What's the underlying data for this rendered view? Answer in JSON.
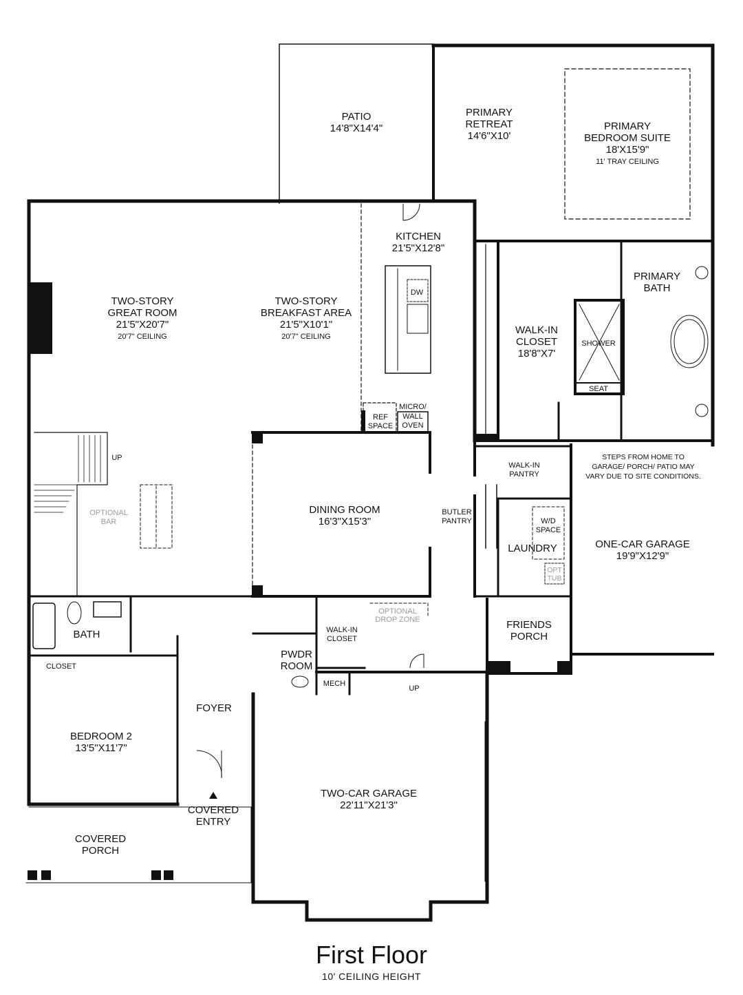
{
  "rooms": {
    "patio": {
      "name": "PATIO",
      "dims": "14'8\"X14'4\""
    },
    "retreat": {
      "line1": "PRIMARY",
      "line2": "RETREAT",
      "dims": "14'6\"X10'"
    },
    "suite": {
      "line1": "PRIMARY",
      "line2": "BEDROOM SUITE",
      "dims": "18'X15'9\"",
      "note": "11' TRAY CEILING"
    },
    "kitchen": {
      "name": "KITCHEN",
      "dims": "21'5\"X12'8\""
    },
    "great_room": {
      "line1": "TWO-STORY",
      "line2": "GREAT ROOM",
      "dims": "21'5\"X20'7\"",
      "note": "20'7\" CEILING"
    },
    "breakfast": {
      "line1": "TWO-STORY",
      "line2": "BREAKFAST AREA",
      "dims": "21'5\"X10'1\"",
      "note": "20'7\" CEILING"
    },
    "primary_bath": {
      "line1": "PRIMARY",
      "line2": "BATH"
    },
    "walkin_closet": {
      "line1": "WALK-IN",
      "line2": "CLOSET",
      "dims": "18'8\"X7'"
    },
    "shower": "SHOWER",
    "seat": "SEAT",
    "dw": "DW",
    "ref": {
      "line1": "REF",
      "line2": "SPACE"
    },
    "micro": {
      "line1": "MICRO/",
      "line2": "WALL",
      "line3": "OVEN"
    },
    "walkin_pantry": {
      "line1": "WALK-IN",
      "line2": "PANTRY"
    },
    "garage_note": {
      "line1": "STEPS FROM HOME TO",
      "line2": "GARAGE/ PORCH/ PATIO MAY",
      "line3": "VARY DUE TO SITE CONDITIONS."
    },
    "optional_bar": {
      "line1": "OPTIONAL",
      "line2": "BAR"
    },
    "up": "UP",
    "dining": {
      "name": "DINING ROOM",
      "dims": "16'3\"X15'3\""
    },
    "butler": {
      "line1": "BUTLER",
      "line2": "PANTRY"
    },
    "wd": {
      "line1": "W/D",
      "line2": "SPACE"
    },
    "laundry": "LAUNDRY",
    "opt_tub": {
      "line1": "OPT",
      "line2": "TUB"
    },
    "one_car": {
      "name": "ONE-CAR GARAGE",
      "dims": "19'9\"X12'9\""
    },
    "drop_zone": {
      "line1": "OPTIONAL",
      "line2": "DROP ZONE"
    },
    "walkin_closet2": {
      "line1": "WALK-IN",
      "line2": "CLOSET"
    },
    "friends_porch": {
      "line1": "FRIENDS",
      "line2": "PORCH"
    },
    "bath": "BATH",
    "closet": "CLOSET",
    "pwdr": {
      "line1": "PWDR",
      "line2": "ROOM"
    },
    "mech": "MECH",
    "foyer": "FOYER",
    "bedroom2": {
      "name": "BEDROOM 2",
      "dims": "13'5\"X11'7\""
    },
    "two_car": {
      "name": "TWO-CAR GARAGE",
      "dims": "22'11\"X21'3\""
    },
    "covered_entry": {
      "line1": "COVERED",
      "line2": "ENTRY"
    },
    "covered_porch": {
      "line1": "COVERED",
      "line2": "PORCH"
    }
  },
  "footer": {
    "title": "First Floor",
    "subtitle": "10' CEILING HEIGHT"
  }
}
